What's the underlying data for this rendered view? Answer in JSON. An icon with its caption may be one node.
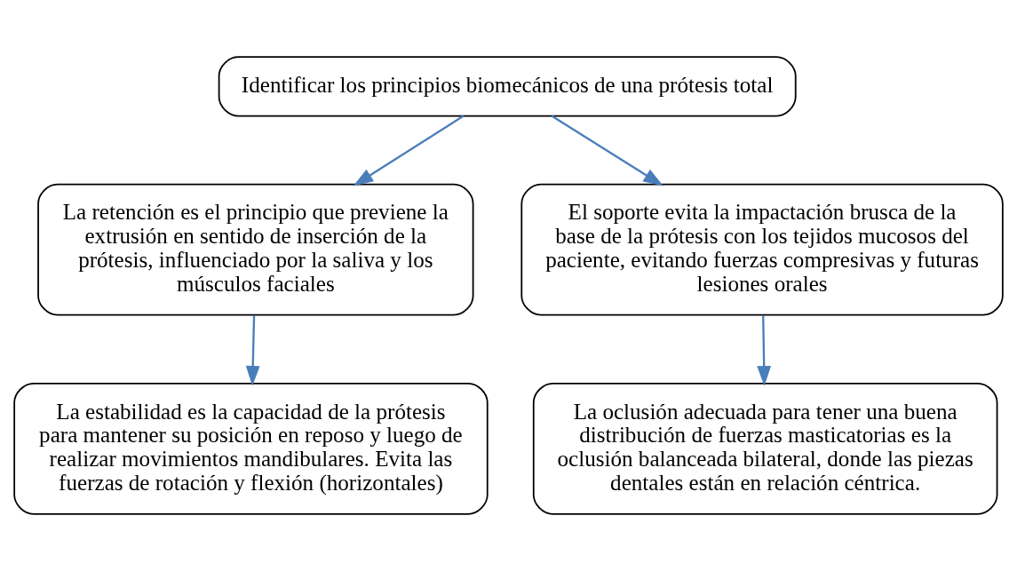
{
  "diagram": {
    "nodes": [
      {
        "text": [
          "Identificar los principios biomecánicos de una prótesis total"
        ]
      },
      {
        "text": [
          "La retención es el principio que previene la extrusión en sentido de inserción de la prótesis, influenciado por la saliva y los músculos faciales"
        ]
      },
      {
        "text": [
          "El soporte evita la impactación brusca de la base de la prótesis con los tejidos mucosos del paciente, evitando fuerzas compresivas y futuras lesiones orales"
        ]
      },
      {
        "text": [
          "La estabilidad es la capacidad de la prótesis para mantener su posición en reposo y luego de realizar movimientos mandibulares. Evita las fuerzas de rotación y flexión (horizontales)"
        ]
      },
      {
        "text": [
          "La oclusión adecuada para tener una buena distribución de fuerzas masticatorias es la oclusión balanceada bilateral, donde las piezas dentales están en relación céntrica."
        ]
      }
    ],
    "edges": [
      {
        "from": 0,
        "to": 1,
        "arrow": "to"
      },
      {
        "from": 0,
        "to": 2,
        "arrow": "to"
      },
      {
        "from": 1,
        "to": 3,
        "arrow": "to"
      },
      {
        "from": 2,
        "to": 4,
        "arrow": "to"
      }
    ]
  }
}
